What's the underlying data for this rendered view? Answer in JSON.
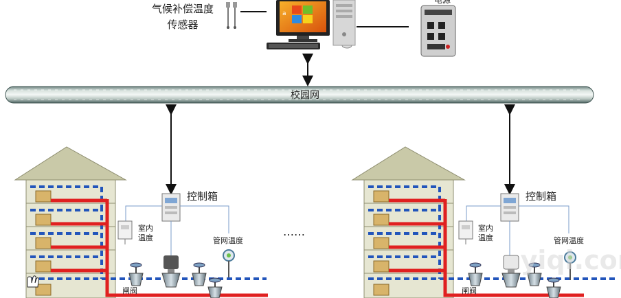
{
  "labels": {
    "climate_sensor_line1": "气候补偿温度",
    "climate_sensor_line2": "传感器",
    "campus_network": "校园网",
    "control_box": "控制箱",
    "indoor_temp_line1": "室内",
    "indoor_temp_line2": "温度",
    "pipe_temp": "管网温度",
    "gate_valve": "闸阀",
    "ellipsis": "……",
    "ups": "电源",
    "watermark": "yiqi.com"
  },
  "colors": {
    "hot_pipe": "#e02020",
    "return_pipe": "#2255bb",
    "roof": "#c9c9a8",
    "building": "#e6e6d2",
    "radiator": "#d8b46a",
    "bus_dark": "#5a7070",
    "bus_light": "#e8f0ec",
    "signal_line": "#7a9bc8",
    "arrow": "#111111"
  },
  "icons": {
    "computer": "desktop-computer-icon",
    "ups": "ups-power-supply-icon",
    "sensor": "temperature-sensor-icon",
    "control_box": "control-cabinet-icon",
    "valve": "gate-valve-icon",
    "cursor": "hand-cursor-icon"
  }
}
